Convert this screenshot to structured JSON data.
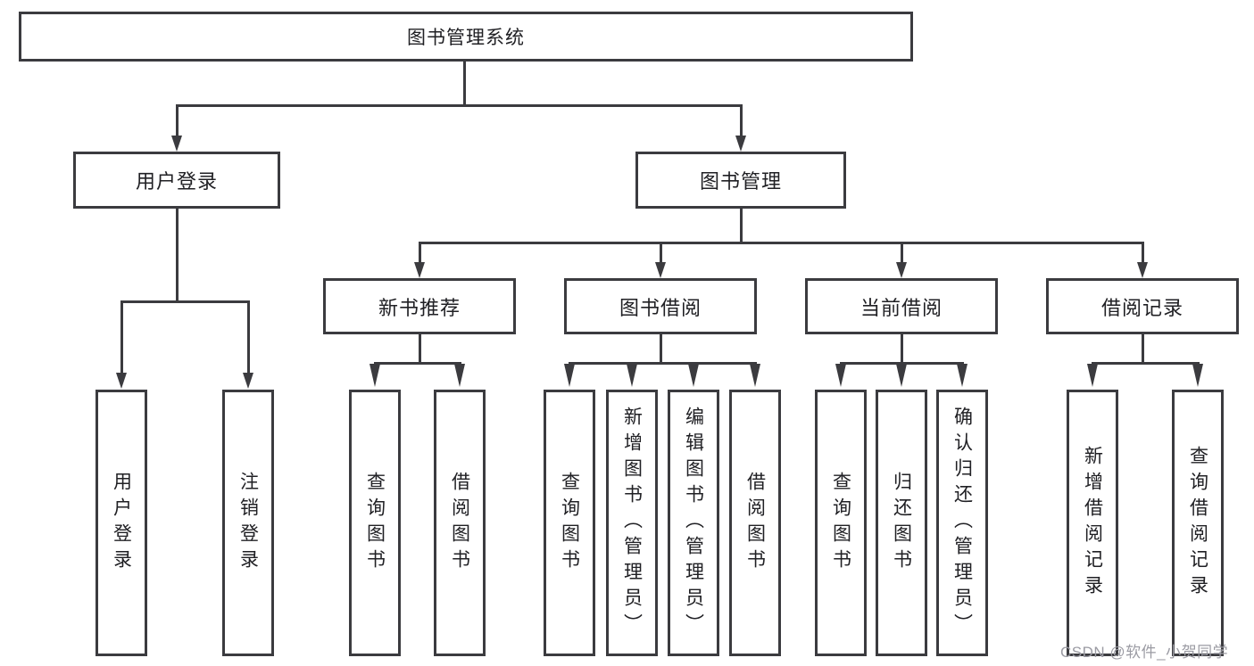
{
  "colors": {
    "line": "#3b3b3f",
    "text": "#202024",
    "watermark": "#9b9ba3",
    "background": "#ffffff"
  },
  "nodes": {
    "root": {
      "label": "图书管理系统"
    },
    "login": {
      "label": "用户登录"
    },
    "book_mgmt": {
      "label": "图书管理"
    },
    "new_books": {
      "label": "新书推荐"
    },
    "book_borrow": {
      "label": "图书借阅"
    },
    "current_borrow": {
      "label": "当前借阅"
    },
    "borrow_records": {
      "label": "借阅记录"
    },
    "leaf_user_login": {
      "label": "用户登录"
    },
    "leaf_logout": {
      "label": "注销登录"
    },
    "leaf_nb_query": {
      "label": "查询图书"
    },
    "leaf_nb_borrow": {
      "label": "借阅图书"
    },
    "leaf_bw_query": {
      "label": "查询图书"
    },
    "leaf_bw_add": {
      "label": "新增图书（管理员）"
    },
    "leaf_bw_edit": {
      "label": "编辑图书（管理员）"
    },
    "leaf_bw_borrow": {
      "label": "借阅图书"
    },
    "leaf_cur_query": {
      "label": "查询图书"
    },
    "leaf_cur_return": {
      "label": "归还图书"
    },
    "leaf_cur_confirm": {
      "label": "确认归还（管理员）"
    },
    "leaf_rec_add": {
      "label": "新增借阅记录"
    },
    "leaf_rec_query": {
      "label": "查询借阅记录"
    }
  },
  "watermark": {
    "text": "CSDN @软件_小贺同学"
  }
}
